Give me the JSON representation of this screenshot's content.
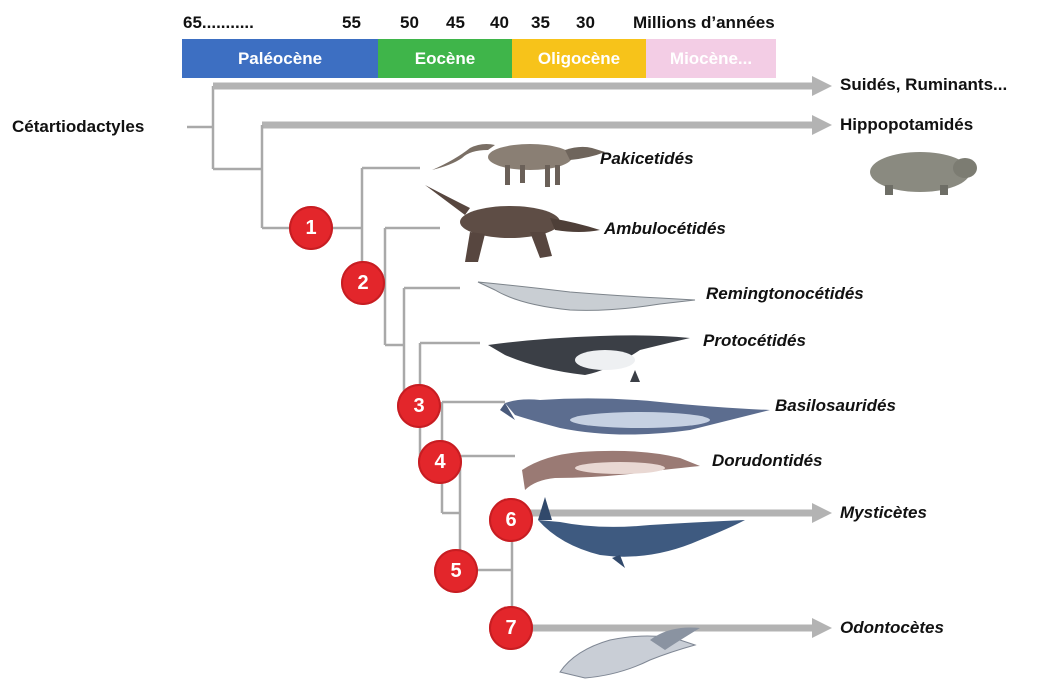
{
  "time_axis": {
    "ticks": [
      "65...........",
      "55",
      "50",
      "45",
      "40",
      "35",
      "30"
    ],
    "unit_label": "Millions d’années"
  },
  "epochs": [
    {
      "label": "Paléocène",
      "color": "#3d6fc2"
    },
    {
      "label": "Eocène",
      "color": "#3fb54a"
    },
    {
      "label": "Oligocène",
      "color": "#f7c31a"
    },
    {
      "label": "Miocène...",
      "color": "#f3cde5"
    }
  ],
  "root_label": "Cétartiodactyles",
  "taxa": {
    "suides": "Suidés, Ruminants...",
    "hippo": "Hippopotamidés",
    "pakicetides": "Pakicetidés",
    "ambulocetides": "Ambulocétidés",
    "remingtonocetides": "Remingtonocétidés",
    "protocetides": "Protocétidés",
    "basilosaurides": "Basilosauridés",
    "dorudontides": "Dorudontidés",
    "mysticetes": "Mysticètes",
    "odontocetes": "Odontocètes"
  },
  "nodes": [
    "1",
    "2",
    "3",
    "4",
    "5",
    "6",
    "7"
  ],
  "colors": {
    "branch": "#a9a9a9",
    "node": "#e3262b"
  }
}
